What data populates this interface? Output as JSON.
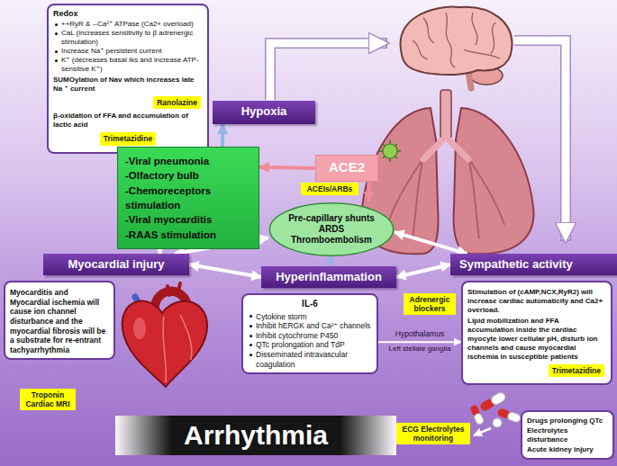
{
  "diagram": {
    "nodes": [
      {
        "text": [
          "Redox",
          "++RyR & --Ca²⁺ ATPase (Ca2+ overload)",
          "CaL (increases sensitivity to β adrenergic stimulation)",
          "Increase Na⁺ persistent current",
          "K⁺ (decreases basal Iks and increase ATP-sensitive K⁺)",
          "SUMOylation of Nav which increases late Na ⁺ current",
          "β-oxidation of FFA and accumulation of lactic acid"
        ]
      },
      {
        "text": [
          "Ranolazine"
        ],
        "in": 0
      },
      {
        "text": [
          "Trimetazidine"
        ],
        "in": 0
      },
      {
        "text": [
          "Hypoxia"
        ]
      },
      {
        "text": [
          "-Viral pneumonia",
          "-Olfactory bulb",
          "-Chemoreceptors stimulation",
          "-Viral myocarditis",
          "-RAAS stimulation"
        ]
      },
      {
        "text": [
          "ACE2"
        ]
      },
      {
        "text": [
          "ACEIs/ARBs"
        ]
      },
      {
        "text": [
          "Pre-capillary shunts",
          "ARDS",
          "Thromboembolism"
        ]
      },
      {
        "text": [
          "Myocardial injury"
        ]
      },
      {
        "text": [
          "Hyperinflammation"
        ]
      },
      {
        "text": [
          "Sympathetic activity"
        ]
      },
      {
        "text": [
          "Myocarditis and Myocardial ischemia will cause ion channel disturbance and the myocardial fibrosis will be a substrate for re-entrant tachyarrhythmia"
        ]
      },
      {
        "text": [
          "Troponin Cardiac MRI"
        ]
      },
      {
        "text": [
          "IL-6",
          "Cytokine storm",
          "Inhibit hERGK and Ca²⁺ channels",
          "Inhibit cytochrome P450",
          "QTc prolongation and TdP",
          "Disseminated intravascular coagulation"
        ]
      },
      {
        "text": [
          "Adrenergic blockers"
        ]
      },
      {
        "text": [
          "Stimulation of (cAMP,NCX,RyR2) will increase cardiac automaticity and Ca2+ overload.",
          "Lipid mobilization and FFA accumulation inside the cardiac myocyte lower cellular pH, disturb ion channels and cause myocardial ischemia in susceptible patients"
        ]
      },
      {
        "text": [
          "Trimetazidine"
        ],
        "in": 15
      },
      {
        "text": [
          "Arrhythmia"
        ]
      },
      {
        "text": [
          "ECG Electrolytes monitoring"
        ]
      },
      {
        "text": [
          "Drugs prolonging QTc",
          "Electrolytes disturbance",
          "Acute kidney injury"
        ]
      }
    ],
    "edges": [
      {
        "from": 4,
        "to": 3,
        "arrow": "to"
      },
      {
        "from": 5,
        "to": 4,
        "arrow": "to"
      },
      {
        "from": 5,
        "to": 7,
        "arrow": "to"
      },
      {
        "from": 4,
        "to": 8,
        "arrow": "to"
      },
      {
        "from": 8,
        "to": 9,
        "arrow": "both"
      },
      {
        "from": 9,
        "to": 10,
        "arrow": "both"
      },
      {
        "from": 7,
        "to": 8,
        "arrow": "both"
      },
      {
        "from": 7,
        "to": 10,
        "arrow": "both"
      },
      {
        "from": 13,
        "to": 15,
        "label": "Hypothalamus",
        "arrow": "to"
      },
      {
        "from": 7,
        "to": 9,
        "arrow": "to"
      }
    ],
    "labels": [
      "Left stellate ganglia"
    ]
  }
}
